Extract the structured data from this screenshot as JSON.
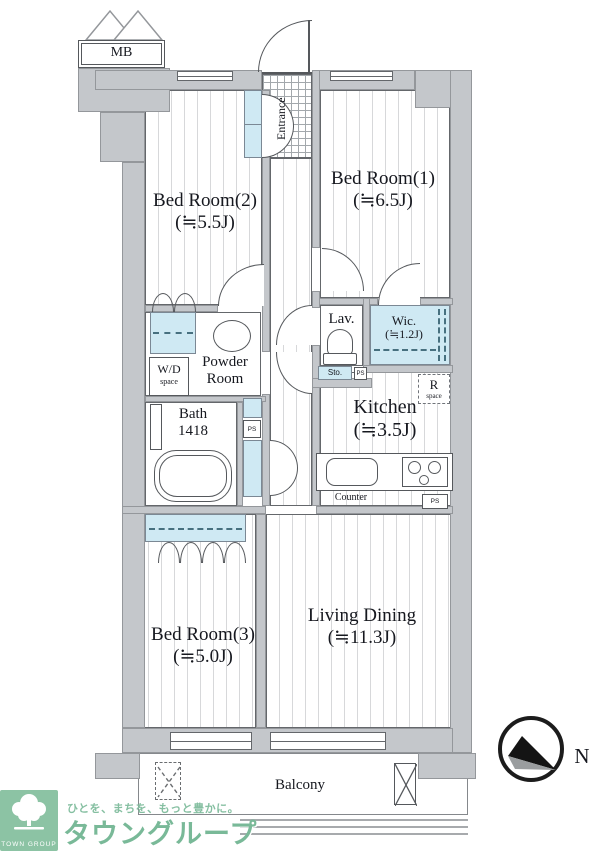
{
  "plan": {
    "mb": "MB",
    "entrance": "Entrance",
    "balcony": "Balcony",
    "compass": "N",
    "rooms": {
      "bedroom1": {
        "name": "Bed Room(1)",
        "size": "(≒6.5J)"
      },
      "bedroom2": {
        "name": "Bed Room(2)",
        "size": "(≒5.5J)"
      },
      "bedroom3": {
        "name": "Bed Room(3)",
        "size": "(≒5.0J)"
      },
      "living": {
        "name": "Living Dining",
        "size": "(≒11.3J)"
      },
      "kitchen": {
        "name": "Kitchen",
        "size": "(≒3.5J)"
      },
      "wic": {
        "name": "Wic.",
        "size": "(≒1.2J)"
      },
      "lav": {
        "name": "Lav."
      },
      "powder": {
        "line1": "Powder",
        "line2": "Room"
      },
      "bath": {
        "line1": "Bath",
        "line2": "1418"
      }
    },
    "fixtures": {
      "wd_line1": "W/D",
      "wd_line2": "space",
      "r_line1": "R",
      "r_line2": "space",
      "sto": "Sto.",
      "ps": "PS",
      "counter": "Counter"
    },
    "colors": {
      "wall_gray": "#c4c7cb",
      "fixture_blue": "#cfe9f3",
      "line_dark": "#55585c",
      "closet_dash": "#47707f"
    }
  },
  "branding": {
    "logo_text": "TOWN GROUP",
    "tagline": "ひとを、まちを、もっと豊かに。",
    "company": "タウングループ",
    "brand_green": "#7ebc9e"
  }
}
